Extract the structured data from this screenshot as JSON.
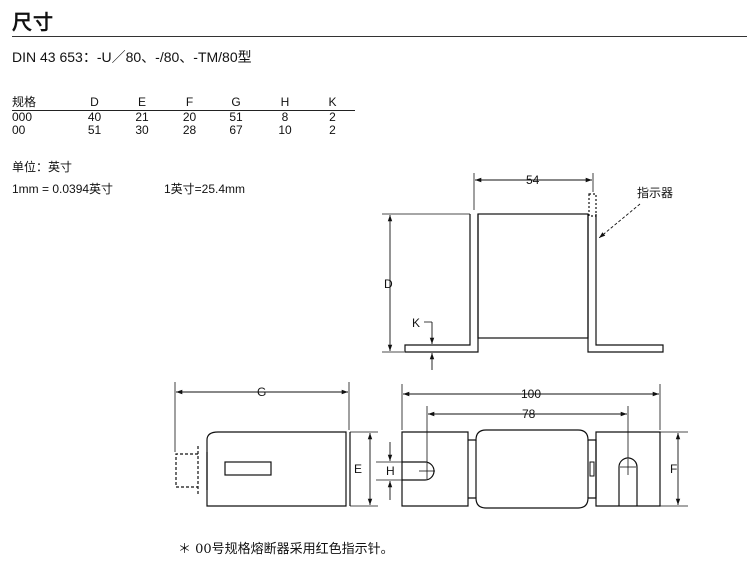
{
  "heading": "尺寸",
  "subtitle": "DIN 43 653：-U／80、-/80、-TM/80型",
  "table": {
    "headers": [
      "规格",
      "D",
      "E",
      "F",
      "G",
      "H",
      "K"
    ],
    "rows": [
      [
        "000",
        "40",
        "21",
        "20",
        "51",
        "8",
        "2"
      ],
      [
        "00",
        "51",
        "30",
        "28",
        "67",
        "10",
        "2"
      ]
    ]
  },
  "units": {
    "label": "单位：英寸",
    "mm_to_inch": "1mm = 0.0394英寸",
    "inch_to_mm": "1英寸=25.4mm"
  },
  "drawing": {
    "top_width": "54",
    "indicator": "指示器",
    "label_d": "D",
    "label_k": "K",
    "label_g": "G",
    "label_e": "E",
    "label_h": "H",
    "label_f": "F",
    "overall_length": "100",
    "slot_spacing": "78"
  },
  "footnote": "＊ 00号规格熔断器采用红色指示针。"
}
